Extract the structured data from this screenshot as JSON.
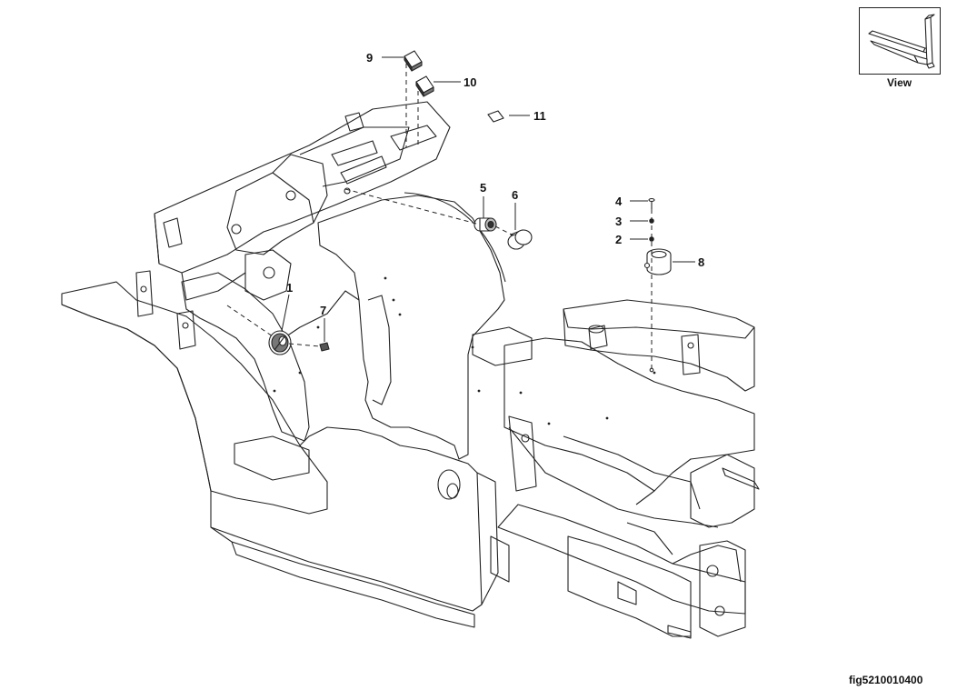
{
  "figure_id": "fig5210010400",
  "view_inset": {
    "label": "View",
    "icon": "forklift-fork-icon"
  },
  "callouts": [
    {
      "id": "c1",
      "number": "1",
      "part": "part-1"
    },
    {
      "id": "c2",
      "number": "2",
      "part": "part-2"
    },
    {
      "id": "c3",
      "number": "3",
      "part": "part-3"
    },
    {
      "id": "c4",
      "number": "4",
      "part": "part-4"
    },
    {
      "id": "c5",
      "number": "5",
      "part": "part-5"
    },
    {
      "id": "c6",
      "number": "6",
      "part": "part-6"
    },
    {
      "id": "c7",
      "number": "7",
      "part": "part-7"
    },
    {
      "id": "c8",
      "number": "8",
      "part": "part-8"
    },
    {
      "id": "c9",
      "number": "9",
      "part": "part-9"
    },
    {
      "id": "c10",
      "number": "10",
      "part": "part-10"
    },
    {
      "id": "c11",
      "number": "11",
      "part": "part-11"
    }
  ],
  "colors": {
    "line": "#222222",
    "background": "#ffffff"
  }
}
